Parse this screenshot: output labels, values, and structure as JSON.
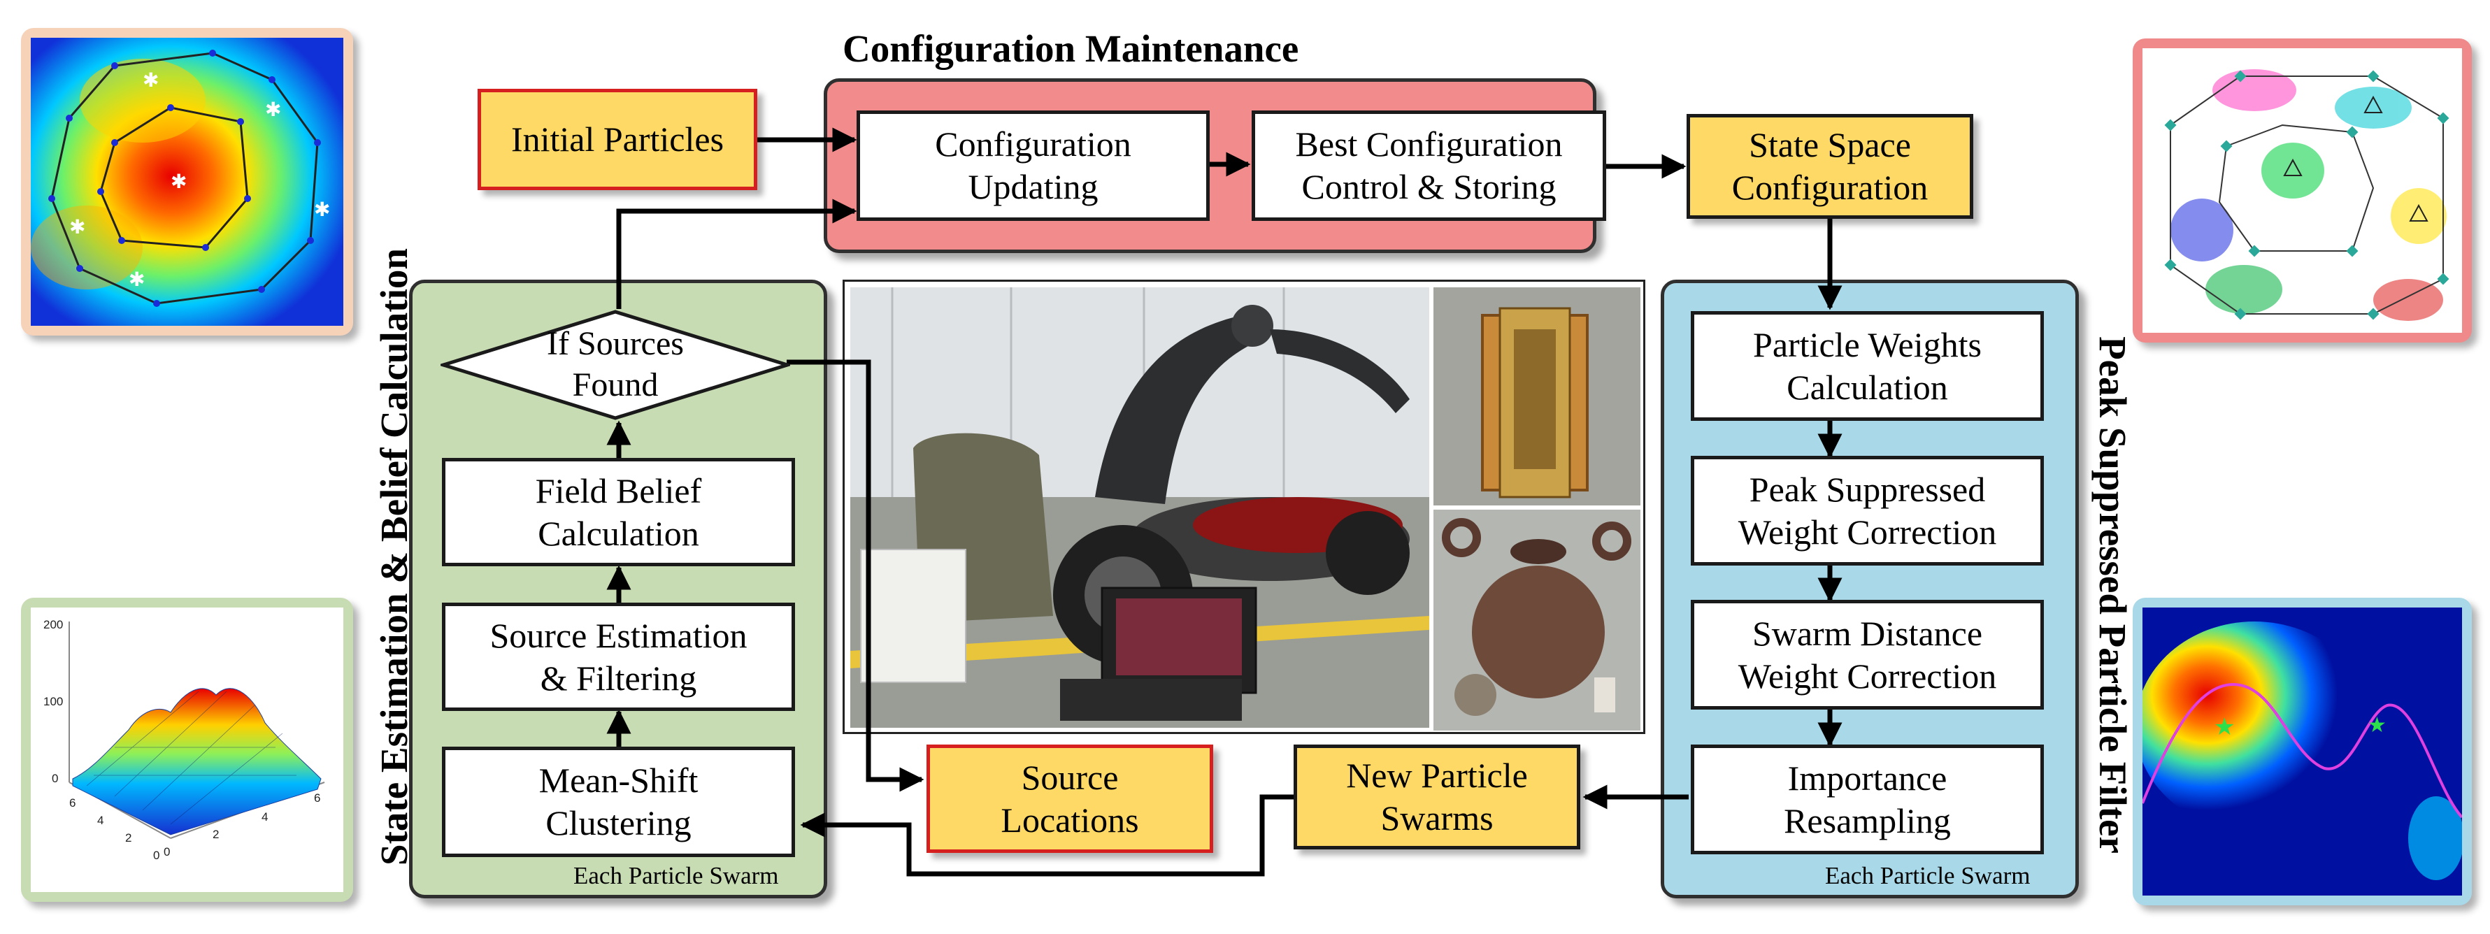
{
  "titles": {
    "config": "Configuration Maintenance",
    "left": "State Estimation & Belief Calculation",
    "right": "Peak Suppressed Particle Filter"
  },
  "boxes": {
    "initial_particles": "Initial Particles",
    "config_updating": "Configuration\nUpdating",
    "best_config": "Best Configuration\nControl & Storing",
    "state_space": "State Space\nConfiguration",
    "if_sources_found": "If Sources\nFound",
    "field_belief": "Field Belief\nCalculation",
    "source_estimation": "Source Estimation\n& Filtering",
    "mean_shift": "Mean-Shift\nClustering",
    "particle_weights": "Particle Weights\nCalculation",
    "peak_suppressed": "Peak Suppressed\nWeight Correction",
    "swarm_distance": "Swarm Distance\nWeight Correction",
    "importance_resampling": "Importance\nResampling",
    "source_locations": "Source\nLocations",
    "new_particle_swarms": "New Particle\nSwarms"
  },
  "swarm_labels": {
    "left": "Each Particle Swarm",
    "right": "Each Particle Swarm"
  },
  "plot3d": {
    "z_ticks": [
      "200",
      "100",
      "0"
    ],
    "x_ticks": [
      "0",
      "2",
      "4",
      "6"
    ],
    "y_ticks": [
      "0",
      "2",
      "4",
      "6"
    ]
  },
  "colors": {
    "config_panel": "#f28b8b",
    "left_panel": "#c8dcb3",
    "right_panel": "#a9d9e8",
    "yellow_box": "#ffd966",
    "red_border": "#d61f1f"
  }
}
